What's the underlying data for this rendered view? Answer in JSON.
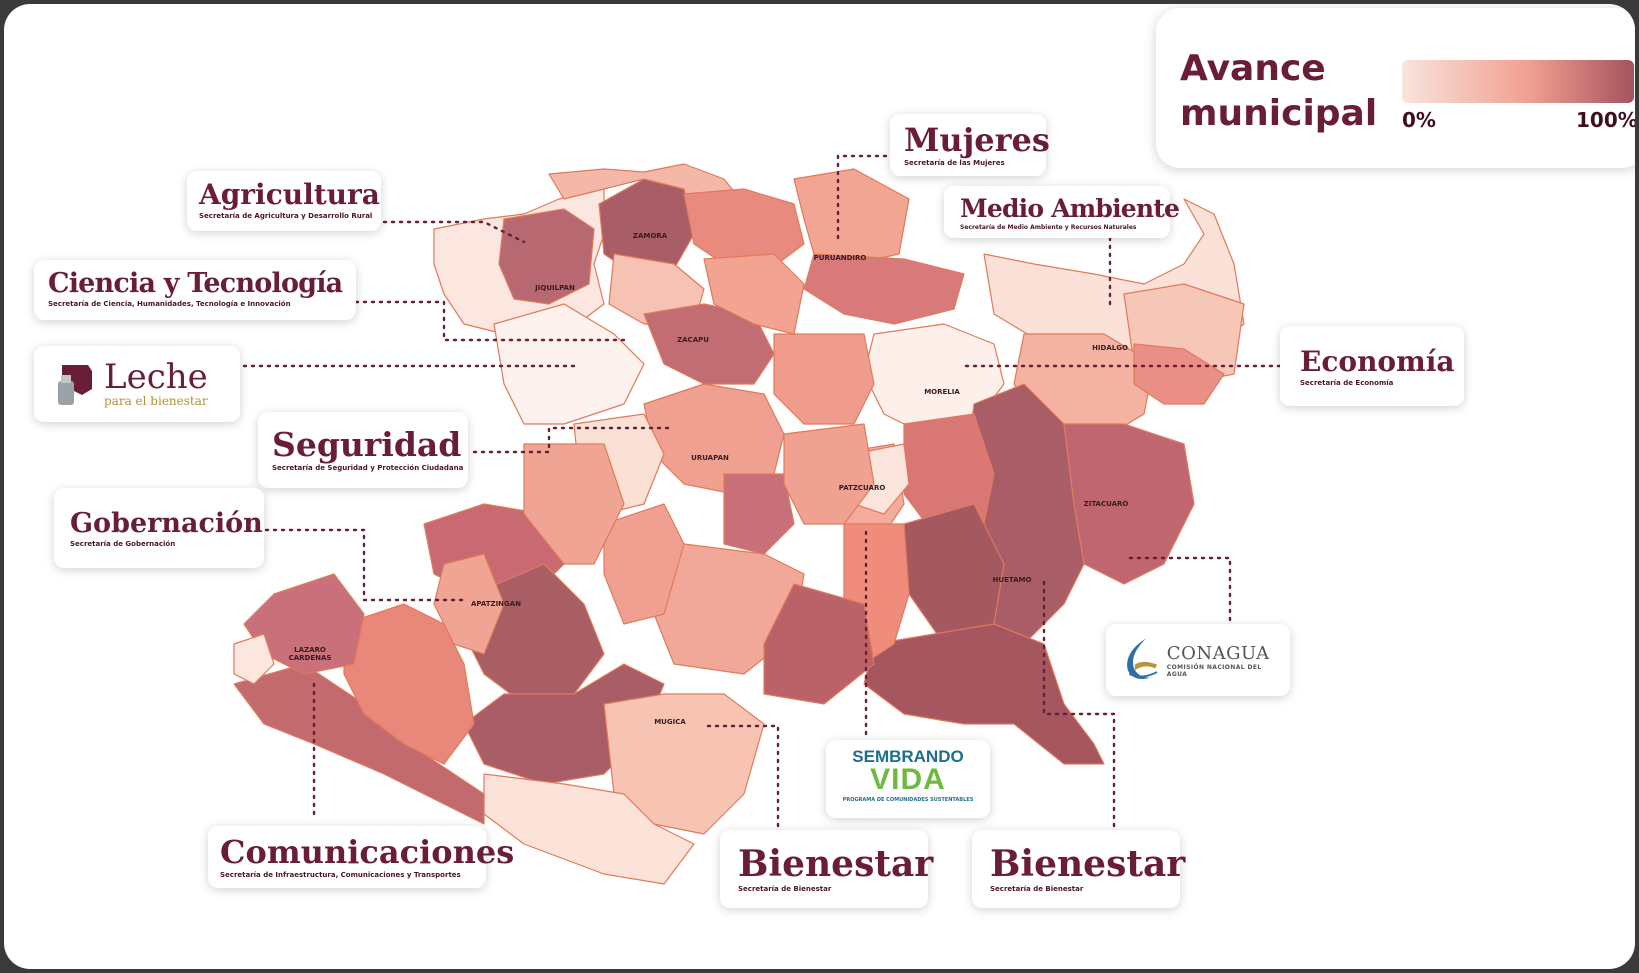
{
  "legend": {
    "title": "Avance municipal",
    "min_label": "0%",
    "max_label": "100%",
    "color_low": "#f8e4dc",
    "color_mid": "#f09f90",
    "color_high": "#a5525f"
  },
  "cards": {
    "agricultura": {
      "title": "Agricultura",
      "subtitle": "Secretaría de Agricultura y Desarrollo Rural"
    },
    "ciencia": {
      "title": "Ciencia y Tecnología",
      "subtitle": "Secretaría de Ciencia, Humanidades, Tecnología e Innovación"
    },
    "leche": {
      "title": "Leche",
      "subtitle": "para el bienestar"
    },
    "seguridad": {
      "title": "Seguridad",
      "subtitle": "Secretaría de Seguridad y Protección Ciudadana"
    },
    "gobernacion": {
      "title": "Gobernación",
      "subtitle": "Secretaría de Gobernación"
    },
    "comunicaciones": {
      "title": "Comunicaciones",
      "subtitle": "Secretaría de Infraestructura, Comunicaciones y Transportes"
    },
    "mujeres": {
      "title": "Mujeres",
      "subtitle": "Secretaría de las Mujeres"
    },
    "medio_ambiente": {
      "title": "Medio Ambiente",
      "subtitle": "Secretaría de Medio Ambiente y Recursos Naturales"
    },
    "economia": {
      "title": "Economía",
      "subtitle": "Secretaría de Economía"
    },
    "conagua": {
      "title": "CONAGUA",
      "subtitle": "COMISIÓN NACIONAL DEL AGUA"
    },
    "sembrando": {
      "title_1": "SEMBRANDO",
      "title_2": "VIDA",
      "subtitle": "PROGRAMA DE COMUNIDADES SUSTENTABLES"
    },
    "bienestar_1": {
      "title": "Bienestar",
      "subtitle": "Secretaría de Bienestar"
    },
    "bienestar_2": {
      "title": "Bienestar",
      "subtitle": "Secretaría de Bienestar"
    }
  },
  "municipalities": {
    "zamora": "ZAMORA",
    "jiquilpan": "JIQUILPAN",
    "zacapu": "ZACAPU",
    "puruandiro": "PURUANDIRO",
    "hidalgo": "HIDALGO",
    "morelia": "MORELIA",
    "uruapan": "URUAPAN",
    "patzcuaro": "PATZCUARO",
    "zitacuaro": "ZITACUARO",
    "huetamo": "HUETAMO",
    "apatzingan": "APATZINGAN",
    "lazaro_cardenas": "LAZARO CARDENAS",
    "mugica": "MUGICA"
  }
}
